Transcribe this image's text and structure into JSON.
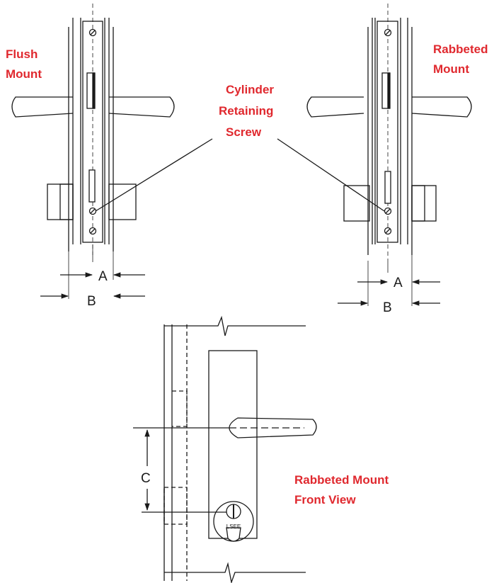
{
  "labels": {
    "flush_line1": "Flush",
    "flush_line2": "Mount",
    "rabbeted_line1": "Rabbeted",
    "rabbeted_line2": "Mount",
    "cyl_line1": "Cylinder",
    "cyl_line2": "Retaining",
    "cyl_line3": "Screw",
    "front_line1": "Rabbeted Mount",
    "front_line2": "Front View"
  },
  "dimensions": {
    "flush_a": "A",
    "flush_b": "B",
    "rabbeted_a": "A",
    "rabbeted_b": "B",
    "front_c": "C"
  },
  "cylinder_marking": "LSEE",
  "colors": {
    "label_red": "#e0282e",
    "line": "#1a1a1a"
  }
}
